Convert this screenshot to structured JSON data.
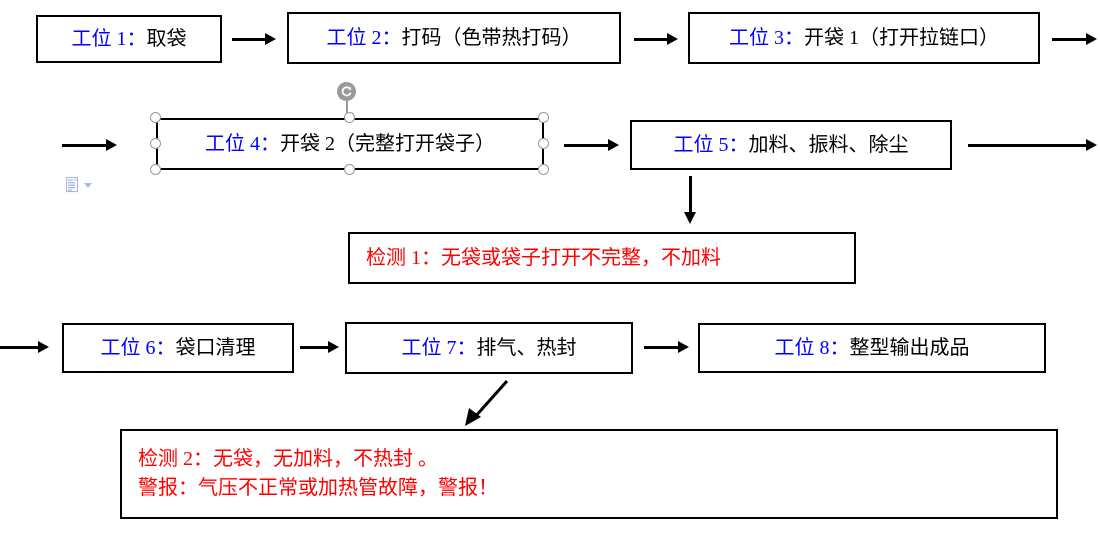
{
  "document": {
    "title": "生产工位流程图",
    "colors": {
      "station_label": "#0000ff",
      "body_text": "#000000",
      "detection_text": "#ff0000",
      "border": "#000000",
      "selection_handle": "#9a9a9a",
      "layout_icon": "#a8bddb"
    }
  },
  "stations": [
    {
      "id": "station-1",
      "label": "工位 1",
      "separator": "：",
      "text": "取袋"
    },
    {
      "id": "station-2",
      "label": "工位 2",
      "separator": "：",
      "text": "打码（色带热打码）"
    },
    {
      "id": "station-3",
      "label": "工位 3",
      "separator": "：",
      "text": "开袋 1（打开拉链口）"
    },
    {
      "id": "station-4",
      "label": "工位 4",
      "separator": "：",
      "text": "开袋 2（完整打开袋子）"
    },
    {
      "id": "station-5",
      "label": "工位 5",
      "separator": "：",
      "text": "加料、振料、除尘"
    },
    {
      "id": "station-6",
      "label": "工位 6",
      "separator": "：",
      "text": "袋口清理"
    },
    {
      "id": "station-7",
      "label": "工位 7",
      "separator": "：",
      "text": "排气、热封"
    },
    {
      "id": "station-8",
      "label": "工位 8",
      "separator": "：",
      "text": "整型输出成品"
    }
  ],
  "detections": [
    {
      "id": "detection-1",
      "lines": [
        "检测 1：无袋或袋子打开不完整，不加料"
      ]
    },
    {
      "id": "detection-2",
      "lines": [
        "检测 2：无袋，无加料，不热封 。",
        "警报：气压不正常或加热管故障，警报！"
      ]
    }
  ],
  "selection": {
    "target": "station-4",
    "rotate_handle": "rotate-handle-icon",
    "handle_count": 8
  },
  "layout_options": {
    "icon": "layout-options-icon",
    "caret": "chevron-down-icon"
  },
  "connectors": [
    {
      "id": "arrow-1-to-2",
      "type": "horizontal"
    },
    {
      "id": "arrow-2-to-3",
      "type": "horizontal"
    },
    {
      "id": "arrow-3-to-right",
      "type": "horizontal"
    },
    {
      "id": "arrow-left-to-4",
      "type": "horizontal"
    },
    {
      "id": "arrow-4-to-5",
      "type": "horizontal"
    },
    {
      "id": "arrow-5-to-right",
      "type": "horizontal"
    },
    {
      "id": "arrow-5-to-detection-1",
      "type": "vertical"
    },
    {
      "id": "arrow-left-to-6",
      "type": "horizontal"
    },
    {
      "id": "arrow-6-to-7",
      "type": "horizontal"
    },
    {
      "id": "arrow-7-to-8",
      "type": "horizontal"
    },
    {
      "id": "arrow-7-to-detection-2",
      "type": "diagonal"
    }
  ]
}
